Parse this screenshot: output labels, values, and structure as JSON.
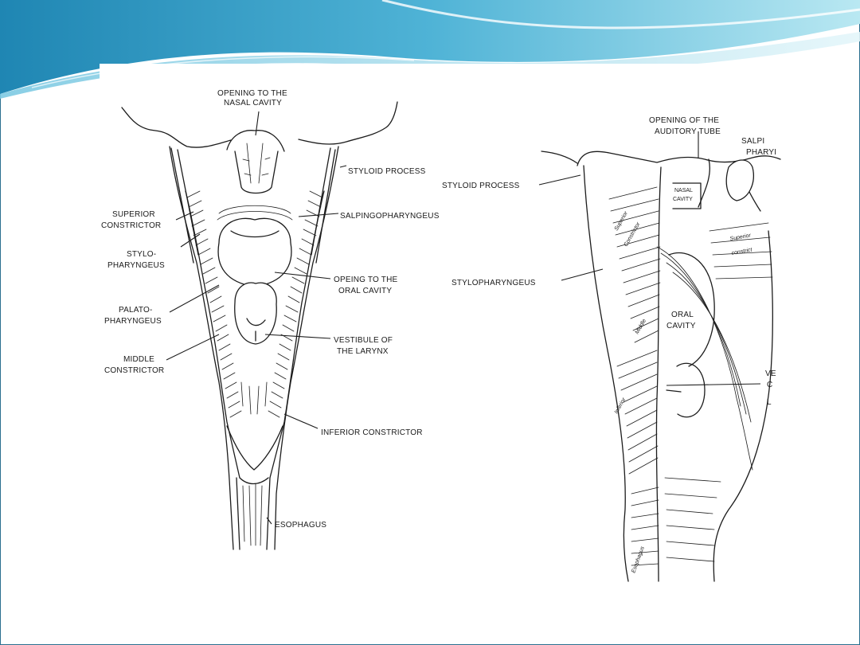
{
  "slide": {
    "accent_dark": "#2e8fb8",
    "accent_light": "#9fdcec",
    "frame_color": "#2a6f8f"
  },
  "figure_left": {
    "labels": {
      "opening_nasal_1": "OPENING TO THE",
      "opening_nasal_2": "NASAL CAVITY",
      "styloid": "STYLOID PROCESS",
      "superior_1": "SUPERIOR",
      "superior_2": "CONSTRICTOR",
      "salpingo": "SALPINGOPHARYNGEUS",
      "stylo_1": "STYLO-",
      "stylo_2": "PHARYNGEUS",
      "oral_1": "OPEING TO THE",
      "oral_2": "ORAL CAVITY",
      "palato_1": "PALATO-",
      "palato_2": "PHARYNGEUS",
      "vestibule_1": "VESTIBULE OF",
      "vestibule_2": "THE LARYNX",
      "middle_1": "MIDDLE",
      "middle_2": "CONSTRICTOR",
      "inferior": "INFERIOR CONSTRICTOR",
      "esophagus": "ESOPHAGUS"
    }
  },
  "figure_right": {
    "labels": {
      "auditory_1": "OPENING OF THE",
      "auditory_2": "AUDITORY TUBE",
      "salp_1": "SALPI",
      "salp_2": "PHARYI",
      "styloid": "STYLOID PROCESS",
      "nasal_1": "NASAL",
      "nasal_2": "CAVITY",
      "stylopharyngeus": "STYLOPHARYNGEUS",
      "oral_1": "ORAL",
      "oral_2": "CAVITY",
      "ve_1": "VE",
      "ve_2": "C",
      "ve_3": "L",
      "superior_italic": "Superior",
      "constrictor_italic": "Constrictor",
      "middle_italic": "Middle",
      "inferior_italic": "Inferior",
      "superior_right": "Superior",
      "constrictor_right": "constrict",
      "esophagus_italic": "Esophagus"
    }
  }
}
